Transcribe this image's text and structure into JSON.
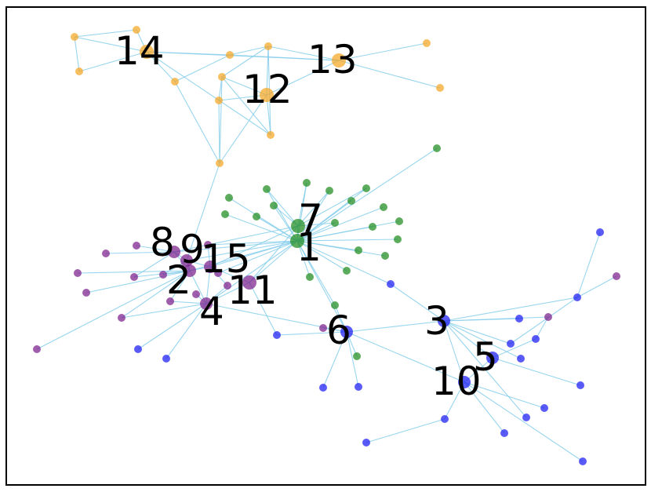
{
  "colors": {
    "orange": "#F5A623",
    "green": "#1E8C1E",
    "purple": "#7B1F8C",
    "blue": "#1A1AF2",
    "edge": "#87CEEB"
  },
  "hubs": [
    {
      "id": "14",
      "label": "14"
    },
    {
      "id": "13",
      "label": "13"
    },
    {
      "id": "12",
      "label": "12"
    },
    {
      "id": "7",
      "label": "7"
    },
    {
      "id": "1",
      "label": "1"
    },
    {
      "id": "8",
      "label": "8"
    },
    {
      "id": "9",
      "label": "9"
    },
    {
      "id": "15",
      "label": "15"
    },
    {
      "id": "2",
      "label": "2"
    },
    {
      "id": "11",
      "label": "11"
    },
    {
      "id": "4",
      "label": "4"
    },
    {
      "id": "6",
      "label": "6"
    },
    {
      "id": "3",
      "label": "3"
    },
    {
      "id": "5",
      "label": "5"
    },
    {
      "id": "10",
      "label": "10"
    }
  ]
}
